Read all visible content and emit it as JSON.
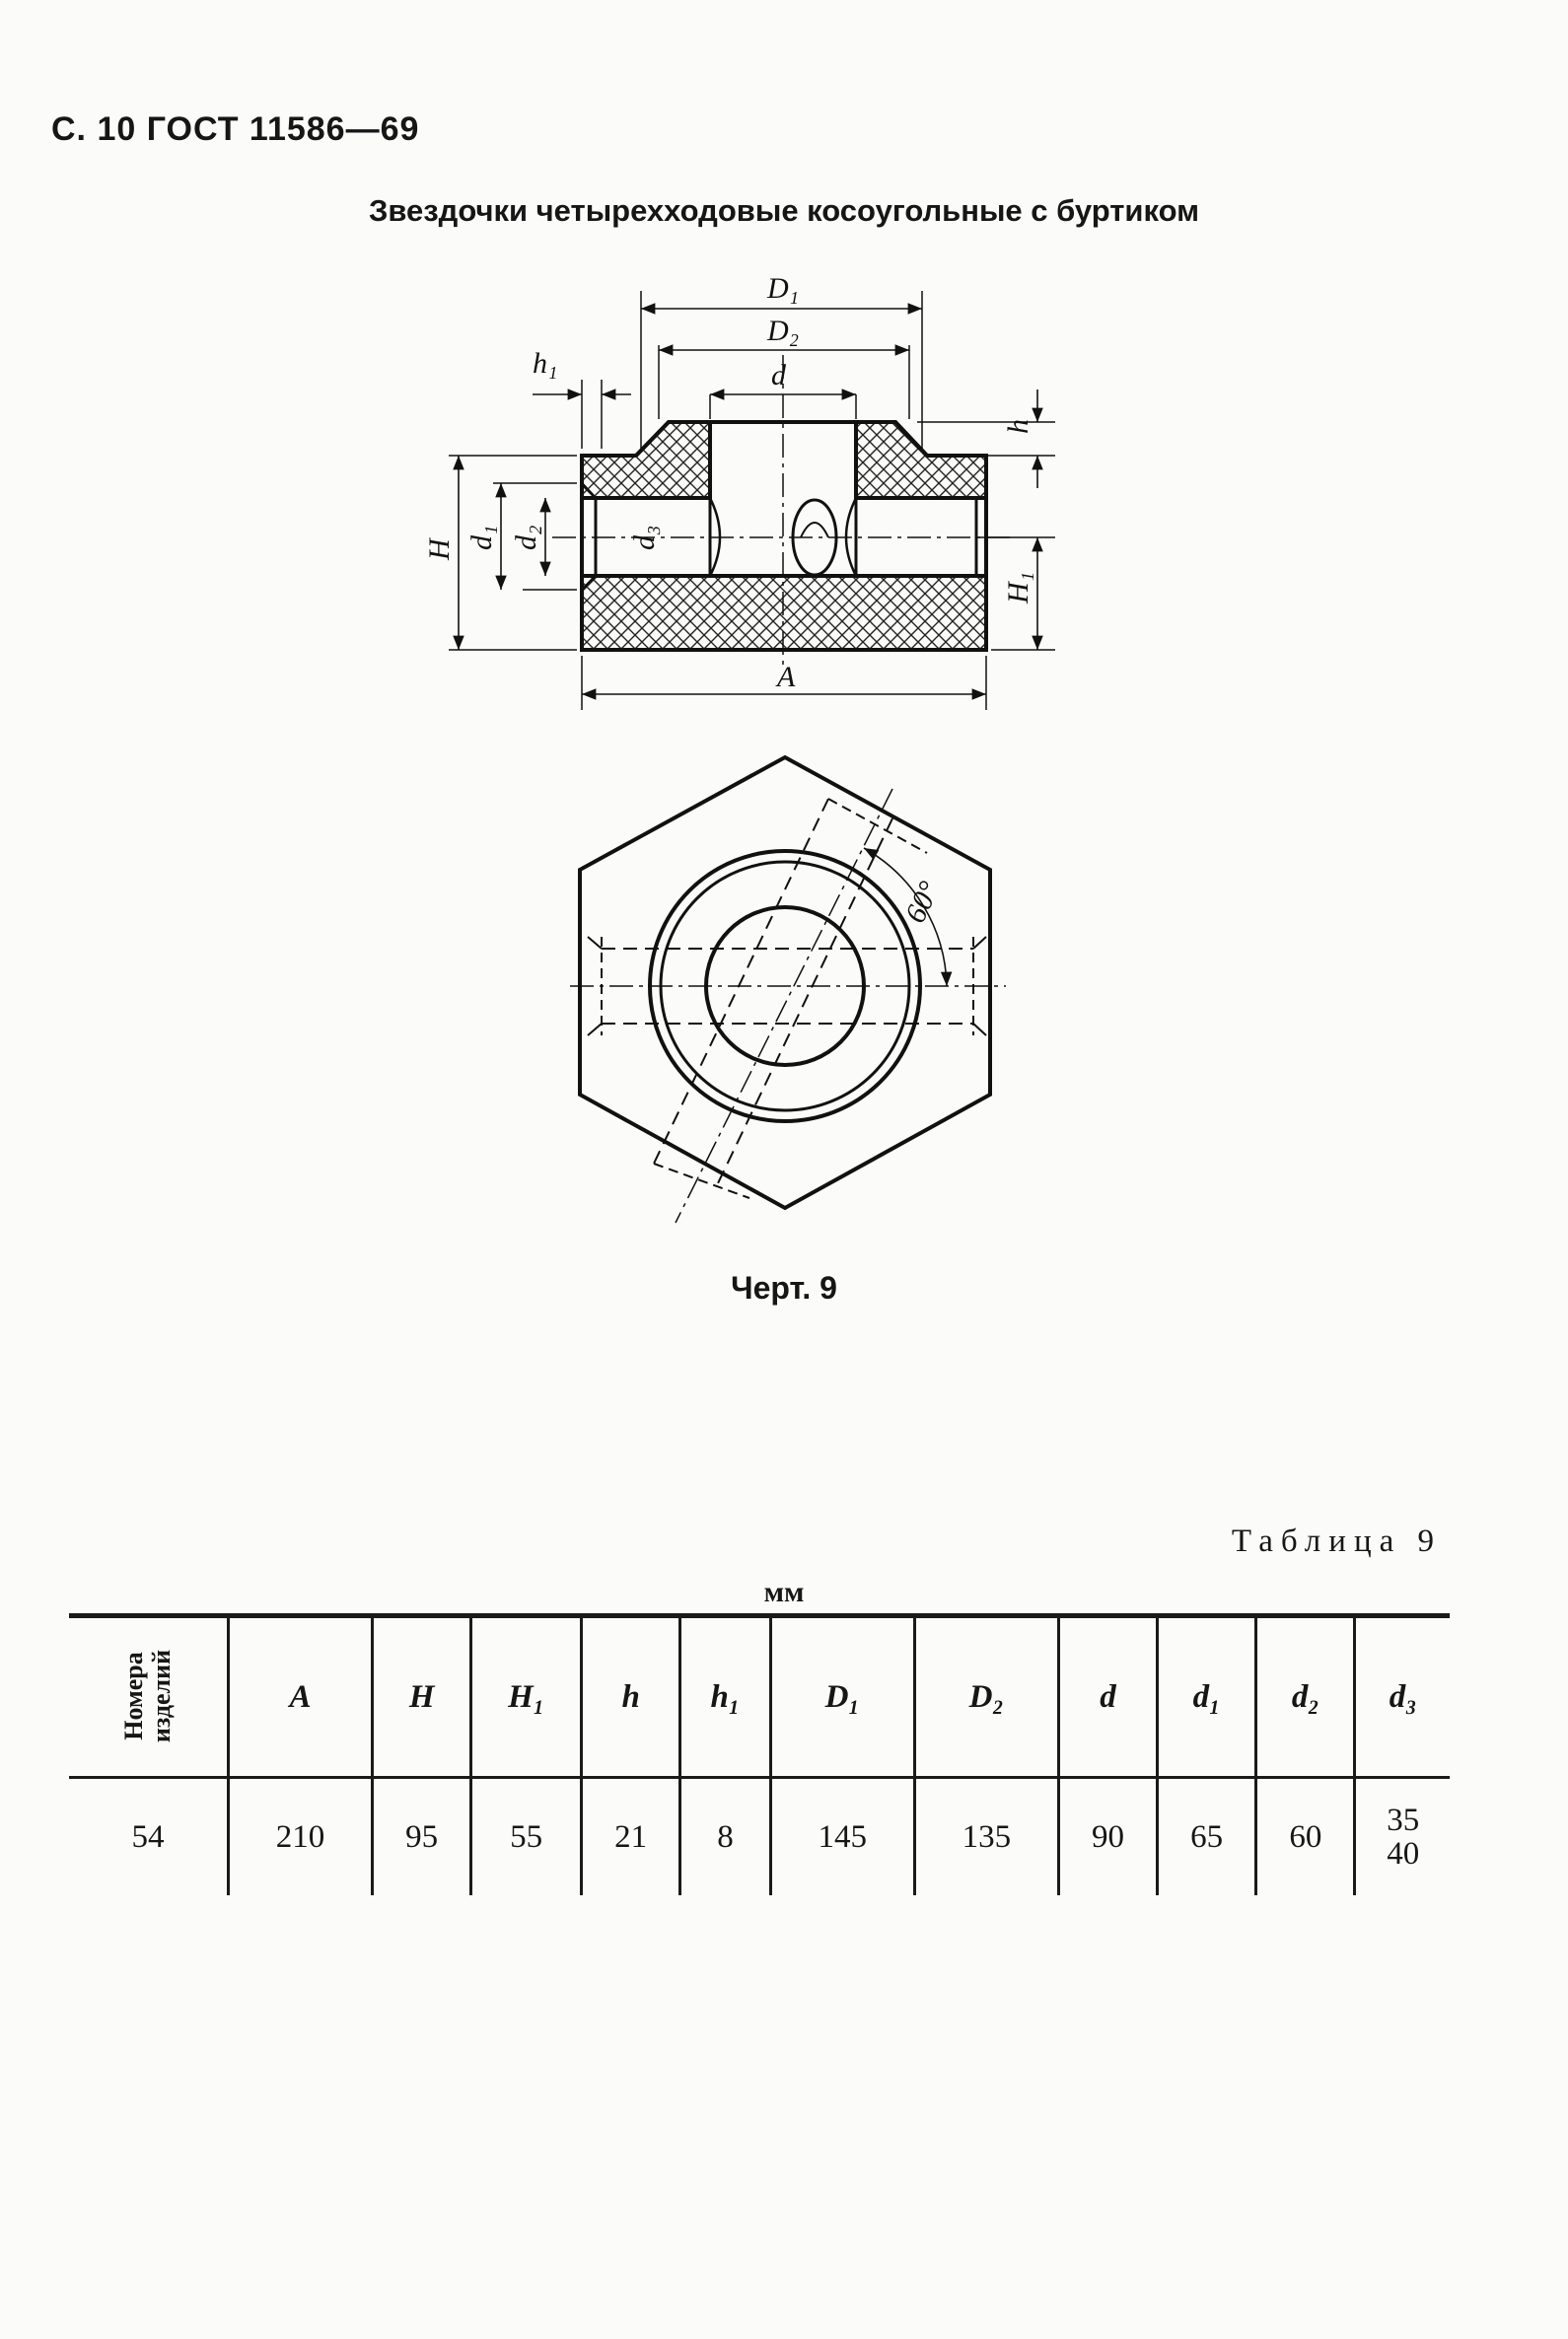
{
  "header": {
    "text": "С. 10 ГОСТ 11586—69"
  },
  "title": "Звездочки четырехходовые косоугольные с буртиком",
  "drawing": {
    "labels": {
      "D1": "D₁",
      "D2": "D₂",
      "d": "d",
      "h1": "h₁",
      "h": "h",
      "H": "H",
      "d1": "d₁",
      "d2": "d₂",
      "d3": "d₃",
      "H1": "H₁",
      "A": "A",
      "angle": "60°"
    },
    "caption": "Черт. 9"
  },
  "table": {
    "caption": "Таблица 9",
    "units": "мм",
    "headers": [
      "Номера\nизделий",
      "A",
      "H",
      "H₁",
      "h",
      "h₁",
      "D₁",
      "D₂",
      "d",
      "d₁",
      "d₂",
      "d₃"
    ],
    "row": [
      "54",
      "210",
      "95",
      "55",
      "21",
      "8",
      "145",
      "135",
      "90",
      "65",
      "60",
      "35\n40"
    ]
  }
}
